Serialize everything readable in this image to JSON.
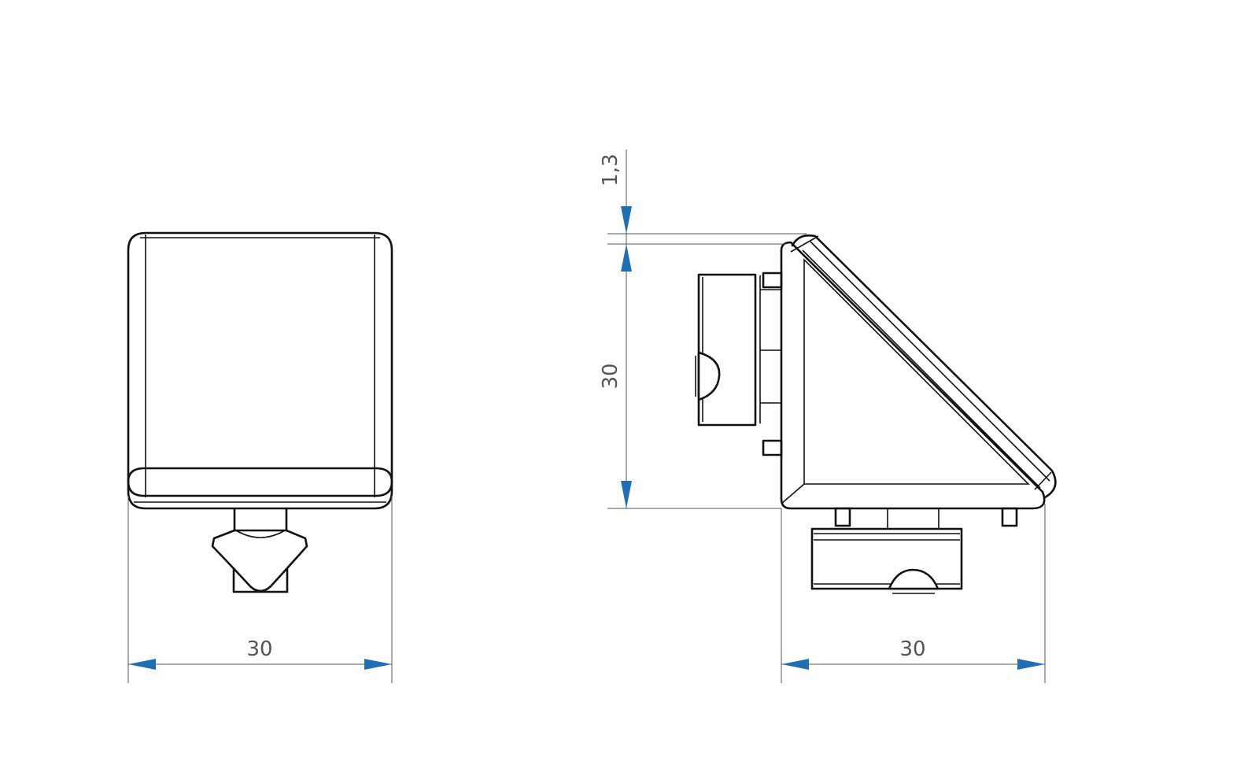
{
  "colors": {
    "line": "#111111",
    "dimension": "#555555",
    "arrow": "#1f6fb5"
  },
  "dimensions": {
    "front_width": "30",
    "side_width": "30",
    "side_height": "30",
    "side_offset": "1,3"
  }
}
